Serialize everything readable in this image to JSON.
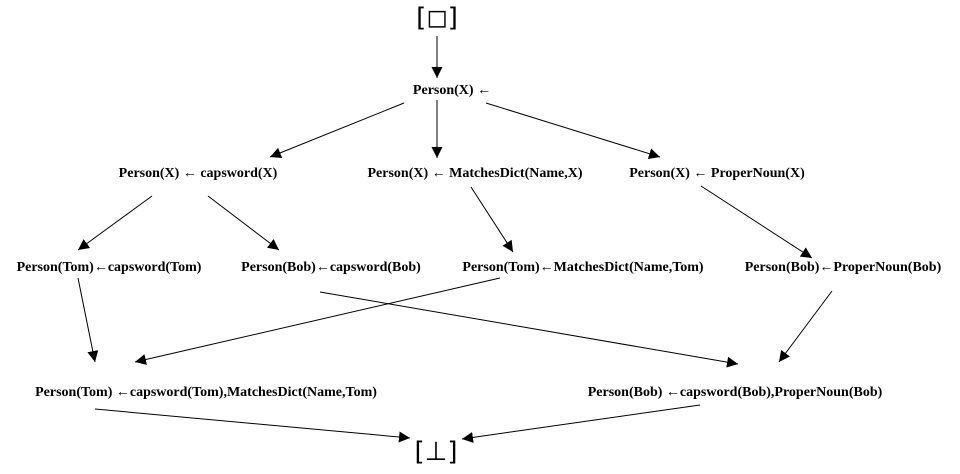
{
  "lattice": {
    "top": "[◻]",
    "root": "Person(X) ←",
    "level1": {
      "capsword": "Person(X) ←  capsword(X)",
      "matchesdict": "Person(X) ←  MatchesDict(Name,X)",
      "propernoun": "Person(X) ←  ProperNoun(X)"
    },
    "level2": {
      "tom_capsword": "Person(Tom)←capsword(Tom)",
      "bob_capsword": "Person(Bob)←capsword(Bob)",
      "tom_matchesdict": "Person(Tom)←MatchesDict(Name,Tom)",
      "bob_propernoun": "Person(Bob)←ProperNoun(Bob)"
    },
    "level3": {
      "tom_combined": "Person(Tom) ←capsword(Tom),MatchesDict(Name,Tom)",
      "bob_combined": "Person(Bob) ←capsword(Bob),ProperNoun(Bob)"
    },
    "bottom": "[⊥]"
  }
}
